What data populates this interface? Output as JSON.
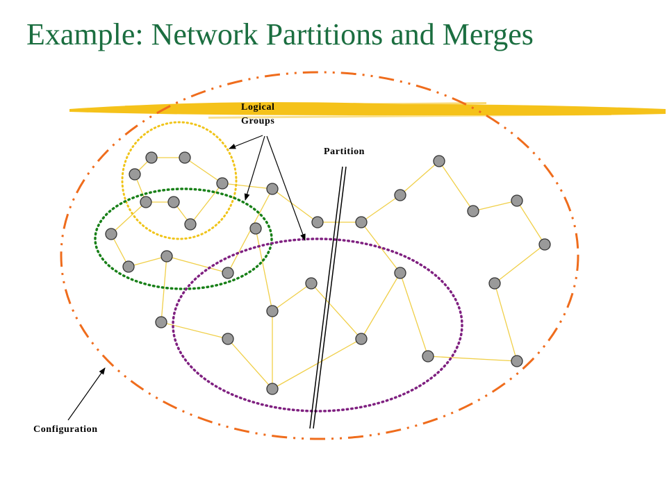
{
  "title": "Example: Network Partitions and Merges",
  "labels": {
    "logical_groups": [
      "Logical",
      "Groups"
    ],
    "partition": "Partition",
    "configuration": "Configuration"
  },
  "colors": {
    "title": "#1b6e40",
    "highlight": "#f5c21a",
    "configuration_boundary": "#ef6c1c",
    "group_yellow": "#f0c419",
    "group_green": "#188018",
    "group_purple": "#7f2080",
    "link": "#f0cf48",
    "node_fill": "#9a9a9a",
    "node_stroke": "#333333"
  }
}
